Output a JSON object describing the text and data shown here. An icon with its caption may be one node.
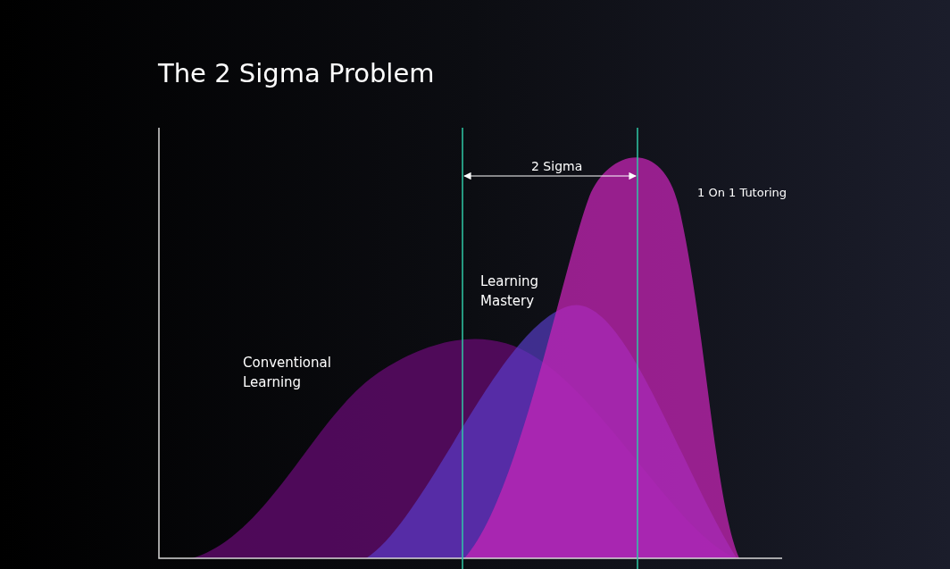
{
  "diagram": {
    "title": "The 2 Sigma Problem",
    "labels": [
      "2 Sigma",
      "1 On 1 Tutoring",
      "Learning Mastery",
      "Conventional Learning"
    ]
  }
}
